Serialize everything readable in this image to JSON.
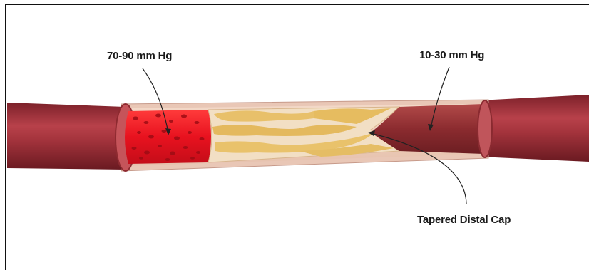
{
  "labels": {
    "proximal_pressure": "70-90 mm Hg",
    "distal_pressure": "10-30 mm Hg",
    "cap": "Tapered Distal Cap"
  },
  "colors": {
    "vessel_outer": "#a8363f",
    "vessel_dark": "#6e1d24",
    "blood": "#e01e2c",
    "plaque": "#e9c36c",
    "distal_lumen": "#8e2a2e",
    "line": "#222222"
  }
}
